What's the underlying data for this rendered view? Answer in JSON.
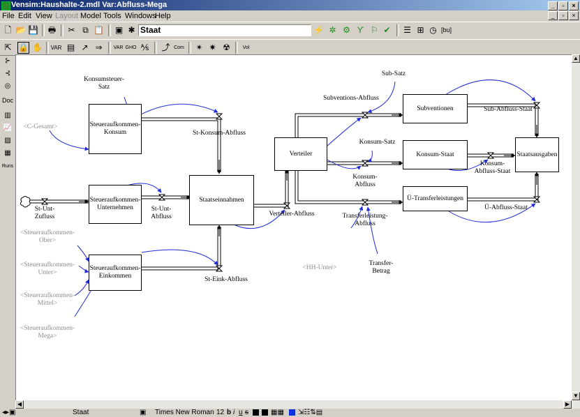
{
  "window": {
    "title": "Vensim:Haushalte-2.mdl Var:Abfluss-Mega",
    "btn_min": "_",
    "btn_max": "▫",
    "btn_close": "×"
  },
  "menu": {
    "items": [
      {
        "label": "File",
        "disabled": false
      },
      {
        "label": "Edit",
        "disabled": false
      },
      {
        "label": "View",
        "disabled": false
      },
      {
        "label": "Layout",
        "disabled": true
      },
      {
        "label": "Model",
        "disabled": false
      },
      {
        "label": "Tools",
        "disabled": false
      },
      {
        "label": "Windows",
        "disabled": false
      },
      {
        "label": "Help",
        "disabled": false
      }
    ]
  },
  "toolbar": {
    "variable": "Staat",
    "bu_label": "[bu]"
  },
  "tools": {
    "var_label": "VAR",
    "gho_label": "GHO",
    "com_label": "Com",
    "vol_label": "Vol"
  },
  "left_tools": {
    "doc": "Doc",
    "runs": "Runs"
  },
  "stocks": {
    "steuer_konsum": "Steueraufkommen-\nKonsum",
    "steuer_unternehmen": "Steueraufkommen-\nUnternehmen",
    "steuer_einkommen": "Steueraufkommen-\nEinkommen",
    "staatseinnahmen": "Staatseinnahmen",
    "verteiler": "Verteiler",
    "subventionen": "Subventionen",
    "konsum_staat": "Konsum-Staat",
    "ue_transfer": "Ü-Transferleistungen",
    "staatsausgaben": "Staatsausgaben"
  },
  "labels": {
    "konsumsteuer_satz": "Konsumsteuer-\nSatz",
    "c_gesamt": "<C-Gesamt>",
    "st_konsum_abfluss": "St-Konsum-Abfluss",
    "st_unt_zufluss": "St-Unt-\nZufluss",
    "st_unt_abfluss": "St-Unt-\nAbfluss",
    "steuer_ober": "<Steueraufkommen-\nOber>",
    "steuer_unter": "<Steueraufkommen-\nUnter>",
    "steuer_mittel": "<Steueraufkommen-\nMittel>",
    "steuer_mega": "<Steueraufkommen-\nMega>",
    "st_eink_abfluss": "St-Eink-Abfluss",
    "verteiler_abfluss": "Verteiler-Abfluss",
    "sub_satz": "Sub-Satz",
    "subventions_abfluss": "Subventions-Abfluss",
    "konsum_satz": "Konsum-Satz",
    "konsum_abfluss": "Konsum-\nAbfluss",
    "transferleistung_abfluss": "Transferleistung-\nAbfluss",
    "hh_unter": "<HH-Unter>",
    "transfer_betrag": "Transfer-\nBetrag",
    "sub_abfluss_staat": "Sub-Abfluss-Staat",
    "konsum_abfluss_staat": "Konsum-\nAbfluss-Staat",
    "ue_abfluss_staat": "Ü-Abfluss-Staat"
  },
  "status": {
    "variable": "Staat",
    "font": "Times New Roman",
    "size": "12",
    "fmt_b": "b",
    "fmt_i": "i",
    "fmt_u": "u",
    "fmt_s": "s"
  }
}
